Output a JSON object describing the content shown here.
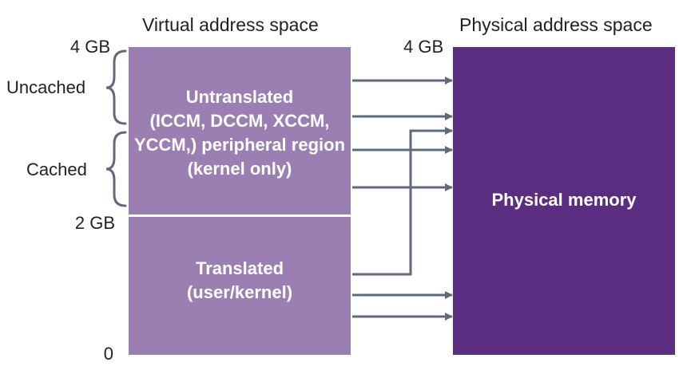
{
  "diagram": {
    "virtual_title": "Virtual address space",
    "physical_title": "Physical address space",
    "virtual_addresses": {
      "top": "4 GB",
      "middle": "2 GB",
      "bottom": "0"
    },
    "physical_address_top": "4 GB",
    "brace_labels": {
      "uncached": "Uncached",
      "cached": "Cached"
    },
    "untranslated_region": {
      "lines": [
        "Untranslated",
        "(ICCM, DCCM, XCCM,",
        "YCCM,) peripheral region",
        "(kernel only)"
      ]
    },
    "translated_region": {
      "lines": [
        "Translated",
        "(user/kernel)"
      ]
    },
    "physical_memory_label": "Physical memory",
    "colors": {
      "virtual_fill": "#9b7fb3",
      "physical_fill": "#5a2d80",
      "arrow": "#5f6b7a",
      "text_on_fill": "#ffffff"
    }
  }
}
